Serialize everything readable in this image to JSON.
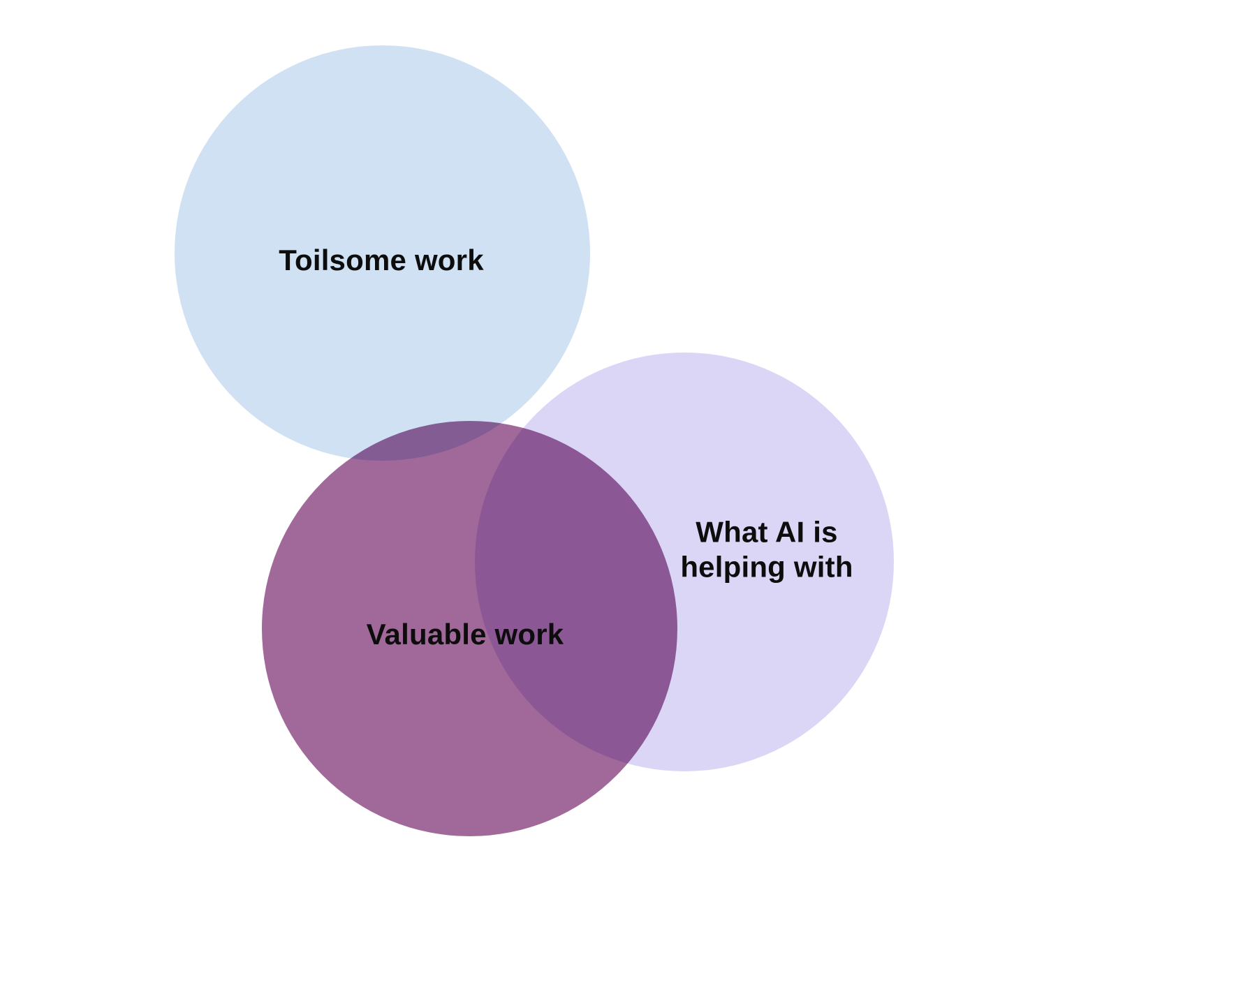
{
  "diagram": {
    "type": "venn",
    "background_color": "#ffffff",
    "text_color": "#0d0d0d",
    "circles": [
      {
        "id": "toilsome",
        "label": "Toilsome work",
        "color": "#cfe1f3"
      },
      {
        "id": "ai-helping",
        "label": "What AI is helping with",
        "color": "#dcd6f6"
      },
      {
        "id": "valuable",
        "label": "Valuable work",
        "color": "#a1689a"
      }
    ]
  }
}
